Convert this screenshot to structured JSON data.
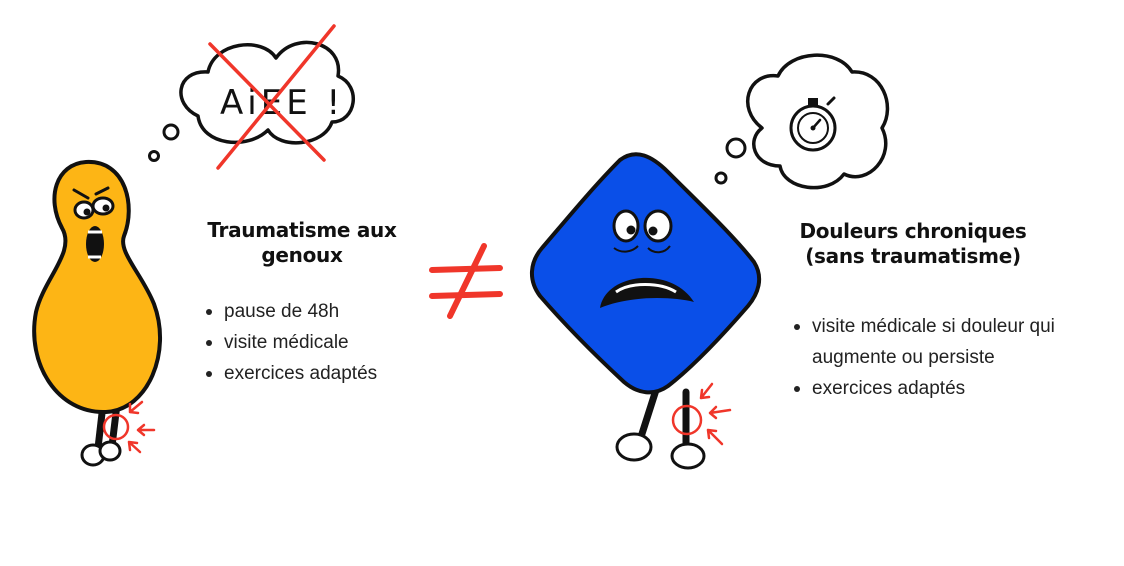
{
  "left_panel": {
    "title": "Traumatisme aux genoux",
    "bullets": [
      "pause de 48h",
      "visite médicale",
      "exercices adaptés"
    ],
    "thought_text": "AiEE !"
  },
  "right_panel": {
    "title": "Douleurs chroniques (sans traumatisme)",
    "bullets": [
      "visite médicale si douleur qui augmente ou persiste",
      "exercices adaptés"
    ]
  },
  "colors": {
    "left_character": "#FDB515",
    "right_character": "#0A4FE8",
    "accent_red": "#F0362A",
    "outline": "#111111"
  },
  "icons": [
    "thought-bubble-icon",
    "stopwatch-icon",
    "not-equal-icon",
    "pain-arrow-icon"
  ]
}
